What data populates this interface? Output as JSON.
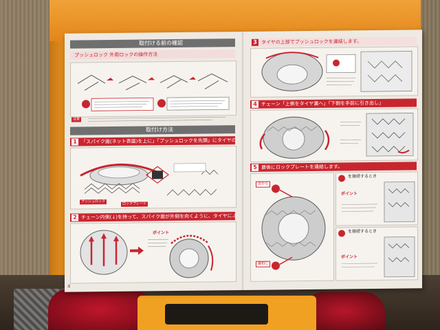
{
  "left_page": {
    "section1_title": "取付ける前の確認",
    "push_lock_title": "プッシュロック 外周ロックの操作方法",
    "caution_label": "注意",
    "section2_title": "取付け方法",
    "step1_text": "「スパイク面(ネット表面)を上に」「プッシュロックを先頭」にタイヤの裏側に差し込みます。",
    "push_lock_label": "プッシュロック",
    "lock_plate_label": "ロックプレート",
    "step2_text": "チェーン内側(↓)を持って、スパイク面が外側を向くように、タイヤにふんわりかぶせます。",
    "point_label": "ポイント",
    "page_number": "4"
  },
  "right_page": {
    "step3_text": "タイヤの上部でプッシュロックを連結します。",
    "step4_text": "チェーン「上側をタイヤ裏へ」「下側を手前に引き出し」",
    "step5_text": "最後にロックプレートを連結します。",
    "first_label": "最初に",
    "next_label": "次から",
    "connect_a": "を接続するとき",
    "connect_b": "を接続するとき",
    "point_label_a": "ポイント",
    "point_label_b": "ポイント"
  },
  "colors": {
    "accent_red": "#c9252f",
    "case_orange": "#e98f1c",
    "paper": "#eeeae3"
  }
}
